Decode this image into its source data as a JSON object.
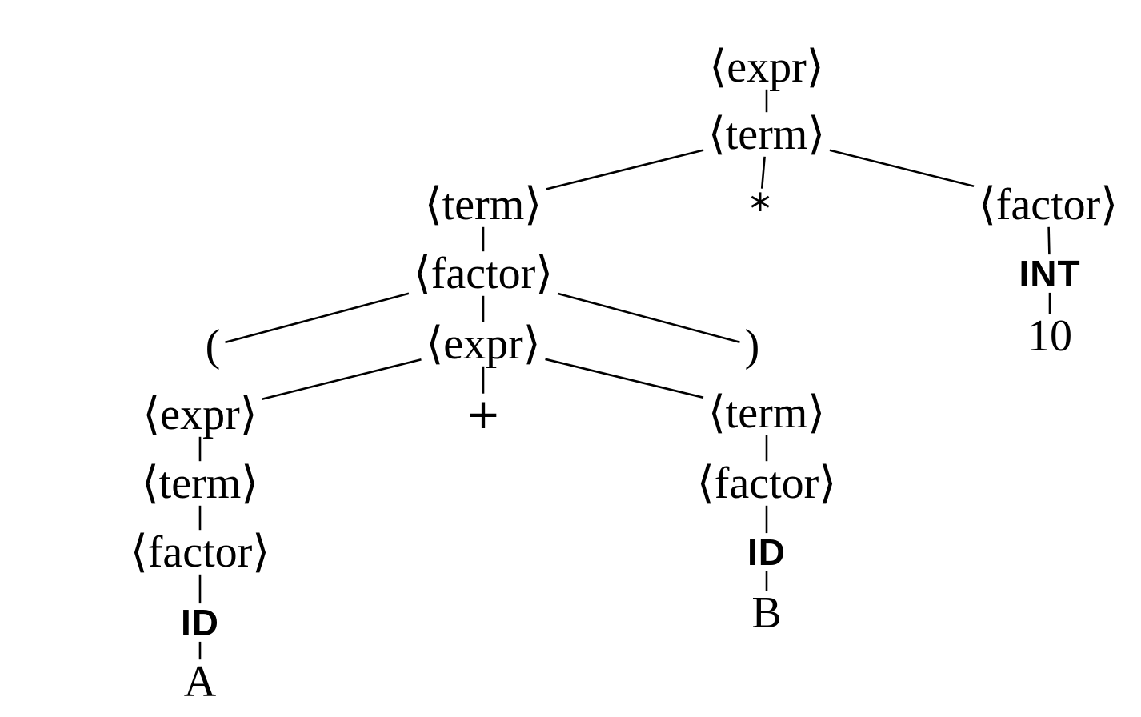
{
  "nodes": [
    {
      "id": "n1",
      "text": "⟨expr⟩",
      "kind": "nt"
    },
    {
      "id": "n2",
      "text": "⟨term⟩",
      "kind": "nt"
    },
    {
      "id": "n3",
      "text": "⟨term⟩",
      "kind": "nt"
    },
    {
      "id": "n4",
      "text": "*",
      "kind": "op"
    },
    {
      "id": "n5",
      "text": "⟨factor⟩",
      "kind": "nt"
    },
    {
      "id": "n6",
      "text": "⟨factor⟩",
      "kind": "nt"
    },
    {
      "id": "n7",
      "text": "INT",
      "kind": "tok"
    },
    {
      "id": "n8",
      "text": "10",
      "kind": "lit"
    },
    {
      "id": "n9",
      "text": "(",
      "kind": "sym"
    },
    {
      "id": "n10",
      "text": "⟨expr⟩",
      "kind": "nt"
    },
    {
      "id": "n11",
      "text": ")",
      "kind": "sym"
    },
    {
      "id": "n12",
      "text": "⟨expr⟩",
      "kind": "nt"
    },
    {
      "id": "n13",
      "text": "+",
      "kind": "op"
    },
    {
      "id": "n14",
      "text": "⟨term⟩",
      "kind": "nt"
    },
    {
      "id": "n15",
      "text": "⟨term⟩",
      "kind": "nt"
    },
    {
      "id": "n16",
      "text": "⟨factor⟩",
      "kind": "nt"
    },
    {
      "id": "n17",
      "text": "⟨factor⟩",
      "kind": "nt"
    },
    {
      "id": "n18",
      "text": "ID",
      "kind": "tok"
    },
    {
      "id": "n19",
      "text": "ID",
      "kind": "tok"
    },
    {
      "id": "n20",
      "text": "B",
      "kind": "lit"
    },
    {
      "id": "n21",
      "text": "A",
      "kind": "lit"
    }
  ],
  "edges": [
    [
      "n1",
      "n2"
    ],
    [
      "n2",
      "n3"
    ],
    [
      "n2",
      "n4"
    ],
    [
      "n2",
      "n5"
    ],
    [
      "n3",
      "n6"
    ],
    [
      "n5",
      "n7"
    ],
    [
      "n7",
      "n8"
    ],
    [
      "n6",
      "n9"
    ],
    [
      "n6",
      "n10"
    ],
    [
      "n6",
      "n11"
    ],
    [
      "n10",
      "n12"
    ],
    [
      "n10",
      "n13"
    ],
    [
      "n10",
      "n14"
    ],
    [
      "n12",
      "n15"
    ],
    [
      "n15",
      "n17"
    ],
    [
      "n17",
      "n19"
    ],
    [
      "n19",
      "n21"
    ],
    [
      "n14",
      "n16"
    ],
    [
      "n16",
      "n18"
    ],
    [
      "n18",
      "n20"
    ]
  ]
}
